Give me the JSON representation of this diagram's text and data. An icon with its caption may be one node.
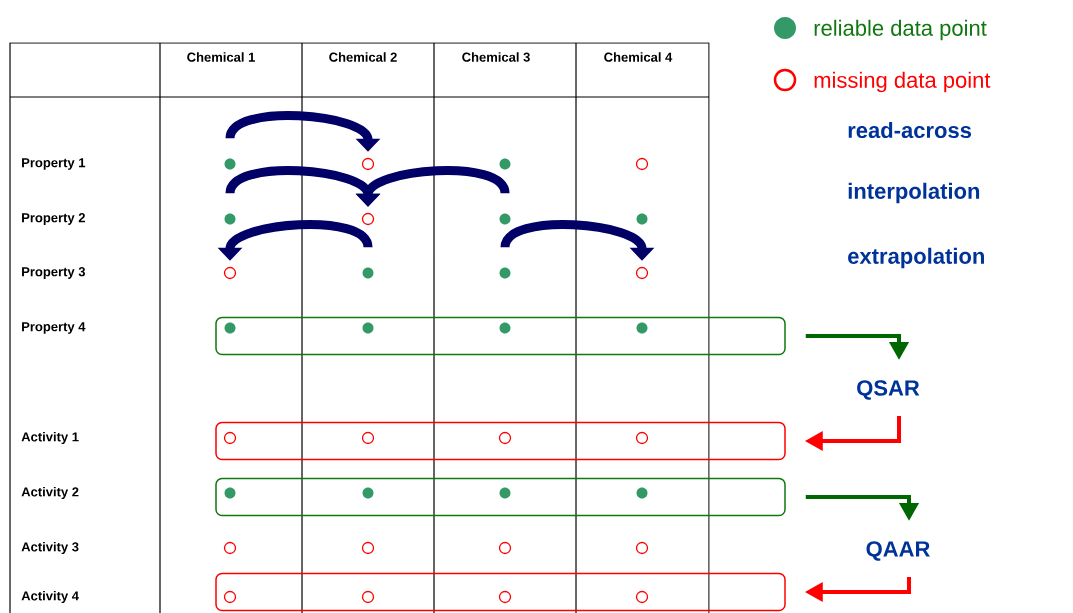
{
  "diagram": {
    "nodes": [
      {
        "text": [],
        "shape": "dot"
      },
      {
        "text": [],
        "shape": "circle"
      },
      {
        "text": [],
        "shape": "dot"
      },
      {
        "text": [],
        "shape": "circle"
      },
      {
        "text": [],
        "shape": "dot"
      },
      {
        "text": [],
        "shape": "circle"
      },
      {
        "text": [],
        "shape": "dot"
      },
      {
        "text": [],
        "shape": "dot"
      },
      {
        "text": [],
        "shape": "circle"
      },
      {
        "text": [],
        "shape": "dot"
      },
      {
        "text": [],
        "shape": "dot"
      },
      {
        "text": [],
        "shape": "circle"
      },
      {
        "text": [],
        "shape": "box"
      },
      {
        "text": [],
        "shape": "dot",
        "in": 12
      },
      {
        "text": [],
        "shape": "dot",
        "in": 12
      },
      {
        "text": [],
        "shape": "dot",
        "in": 12
      },
      {
        "text": [],
        "shape": "dot",
        "in": 12
      },
      {
        "text": [
          "QSAR"
        ]
      },
      {
        "text": [],
        "shape": "box"
      },
      {
        "text": [],
        "shape": "circle",
        "in": 18
      },
      {
        "text": [],
        "shape": "circle",
        "in": 18
      },
      {
        "text": [],
        "shape": "circle",
        "in": 18
      },
      {
        "text": [],
        "shape": "circle",
        "in": 18
      },
      {
        "text": [],
        "shape": "box"
      },
      {
        "text": [],
        "shape": "dot",
        "in": 23
      },
      {
        "text": [],
        "shape": "dot",
        "in": 23
      },
      {
        "text": [],
        "shape": "dot",
        "in": 23
      },
      {
        "text": [],
        "shape": "dot",
        "in": 23
      },
      {
        "text": [
          "QAAR"
        ]
      },
      {
        "text": [],
        "shape": "circle"
      },
      {
        "text": [],
        "shape": "circle"
      },
      {
        "text": [],
        "shape": "circle"
      },
      {
        "text": [],
        "shape": "circle"
      },
      {
        "text": [],
        "shape": "box"
      },
      {
        "text": [],
        "shape": "circle",
        "in": 33
      },
      {
        "text": [],
        "shape": "circle",
        "in": 33
      },
      {
        "text": [],
        "shape": "circle",
        "in": 33
      },
      {
        "text": [],
        "shape": "circle",
        "in": 33
      }
    ],
    "edges": [
      {
        "from": 0,
        "to": 1,
        "arrow": "to"
      },
      {
        "from": 4,
        "to": 5,
        "arrow": "to"
      },
      {
        "from": 6,
        "to": 5,
        "arrow": "to"
      },
      {
        "from": 9,
        "to": 8,
        "arrow": "to"
      },
      {
        "from": 10,
        "to": 11,
        "arrow": "to"
      },
      {
        "from": 12,
        "to": 17,
        "arrow": "to",
        "color": "#006600"
      },
      {
        "from": 17,
        "to": 18,
        "arrow": "to",
        "color": "#ff0000"
      },
      {
        "from": 23,
        "to": 28,
        "arrow": "to",
        "color": "#006600"
      },
      {
        "from": 28,
        "to": 33,
        "arrow": "to",
        "color": "#ff0000"
      }
    ],
    "labels": [
      "Chemical 1",
      "Chemical 2",
      "Chemical 3",
      "Chemical 4",
      "Property 1",
      "Property 2",
      "Property 3",
      "Property 4",
      "Activity 1",
      "Activity 2",
      "Activity 3",
      "Activity 4",
      "read-across",
      "interpolation",
      "extrapolation"
    ],
    "legend": [
      {
        "text": "reliable data point"
      },
      {
        "text": "missing data point"
      }
    ]
  }
}
